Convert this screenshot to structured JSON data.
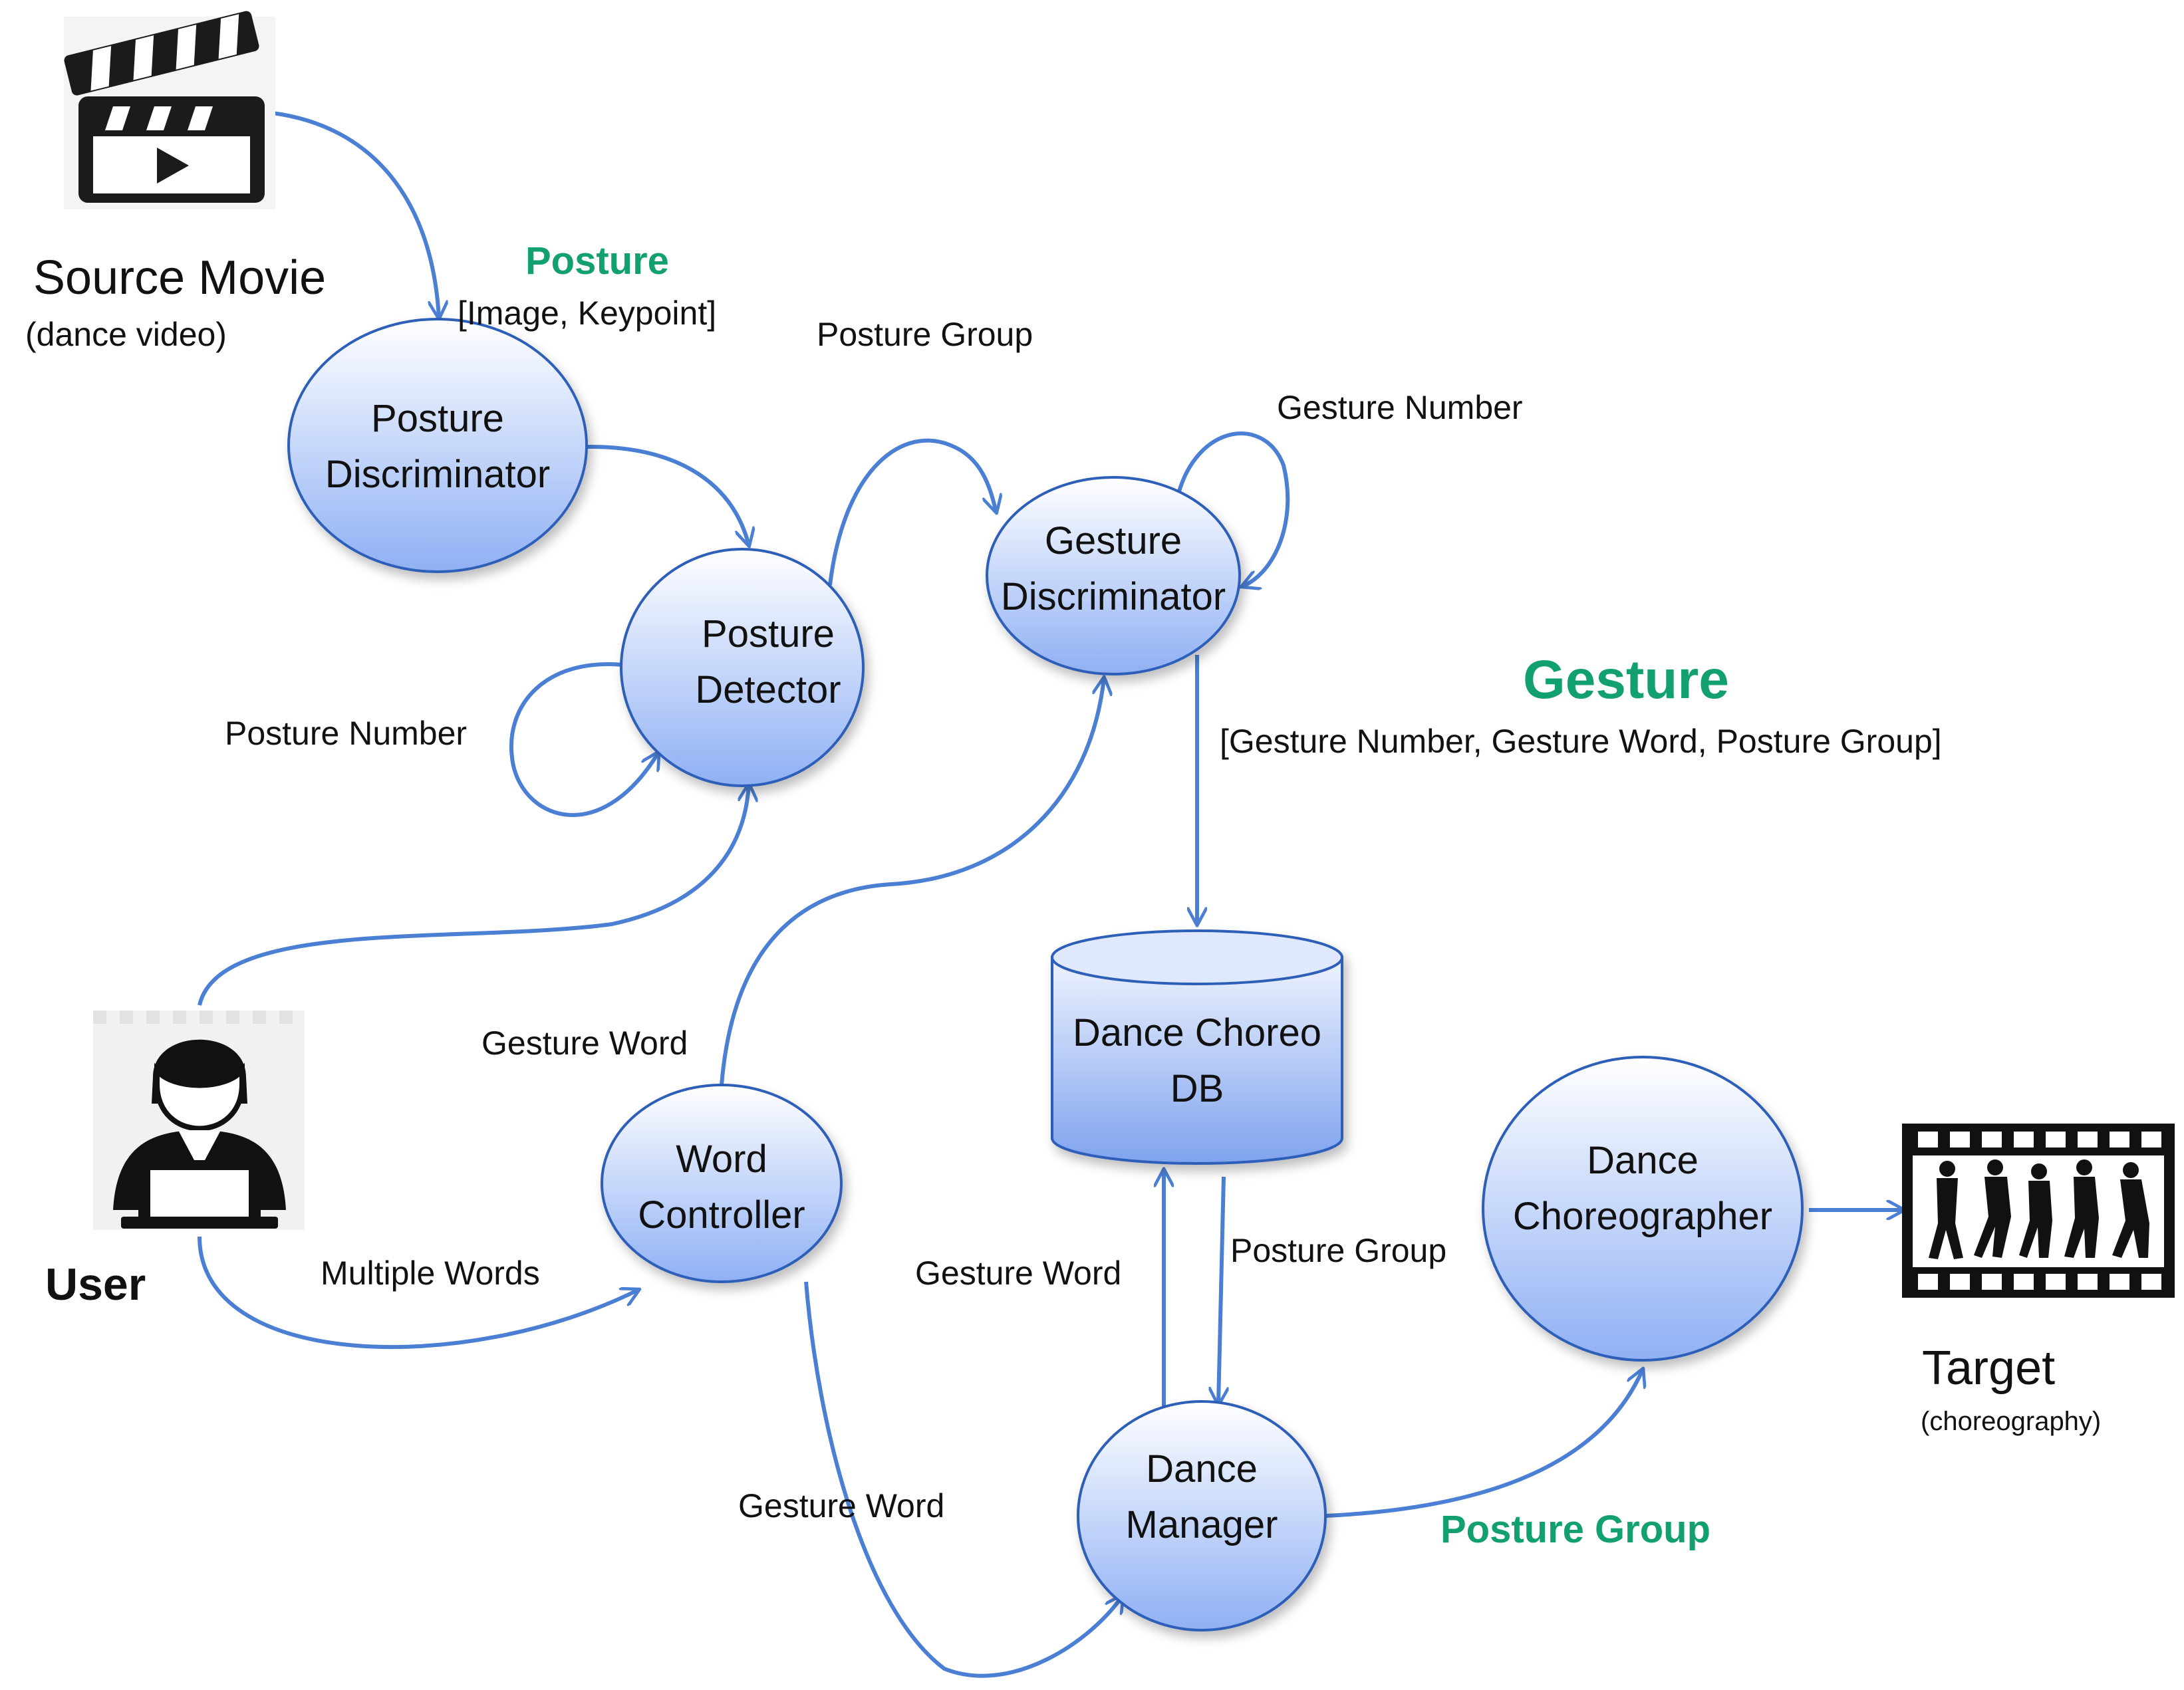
{
  "colors": {
    "arrow": "#4a7fd4",
    "node_fill_top": "#ffffff",
    "node_fill_bottom": "#8fb0f4",
    "node_stroke": "#2f5fb8",
    "highlight_green": "#13a070"
  },
  "source": {
    "icon": "movie-clapperboard-icon",
    "title": "Source Movie",
    "subtitle": "(dance video)"
  },
  "user": {
    "icon": "user-laptop-icon",
    "label": "User"
  },
  "target": {
    "icon": "film-strip-dancers-icon",
    "title": "Target",
    "subtitle": "(choreography)"
  },
  "nodes": {
    "posture_discriminator": [
      "Posture",
      "Discriminator"
    ],
    "posture_detector": [
      "Posture",
      "Detector"
    ],
    "gesture_discriminator": [
      "Gesture",
      "Discriminator"
    ],
    "word_controller": [
      "Word",
      "Controller"
    ],
    "dance_db": [
      "Dance Choreo",
      "DB"
    ],
    "dance_manager": [
      "Dance",
      "Manager"
    ],
    "dance_choreographer": [
      "Dance",
      "Choreographer"
    ]
  },
  "edge_labels": {
    "posture_title": "Posture",
    "posture_detail": "[Image, Keypoint]",
    "posture_group_top": "Posture Group",
    "gesture_number": "Gesture Number",
    "posture_number": "Posture Number",
    "gesture_title": "Gesture",
    "gesture_detail": "[Gesture Number, Gesture Word, Posture Group]",
    "gesture_word_top": "Gesture Word",
    "multiple_words": "Multiple Words",
    "gesture_word_db": "Gesture Word",
    "posture_group_db": "Posture Group",
    "gesture_word_bottom": "Gesture Word",
    "posture_group_bottom": "Posture Group"
  }
}
